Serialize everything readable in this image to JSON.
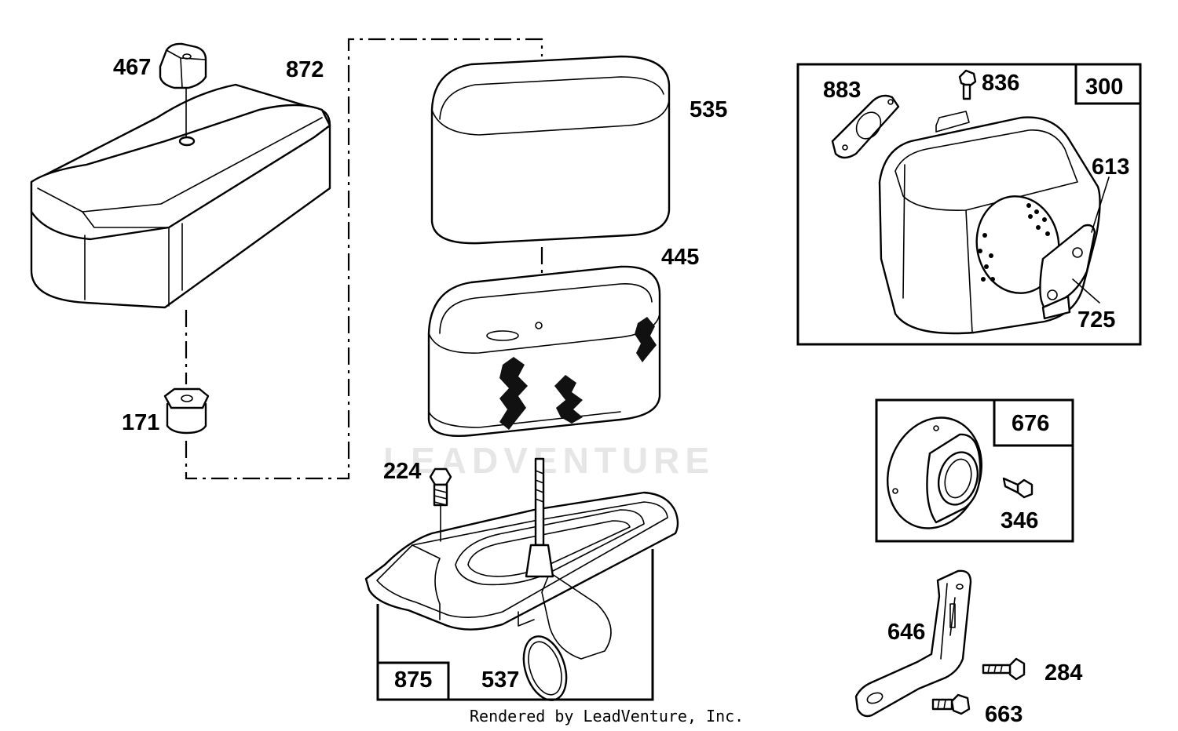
{
  "diagram": {
    "watermark": "LEADVENTURE",
    "footer": "Rendered by LeadVenture, Inc.",
    "part_numbers": {
      "p467": "467",
      "p872": "872",
      "p171": "171",
      "p535": "535",
      "p445": "445",
      "p224": "224",
      "p875": "875",
      "p537": "537",
      "p883": "883",
      "p836": "836",
      "p300": "300",
      "p613": "613",
      "p725": "725",
      "p676": "676",
      "p346": "346",
      "p646": "646",
      "p284": "284",
      "p663": "663"
    }
  }
}
